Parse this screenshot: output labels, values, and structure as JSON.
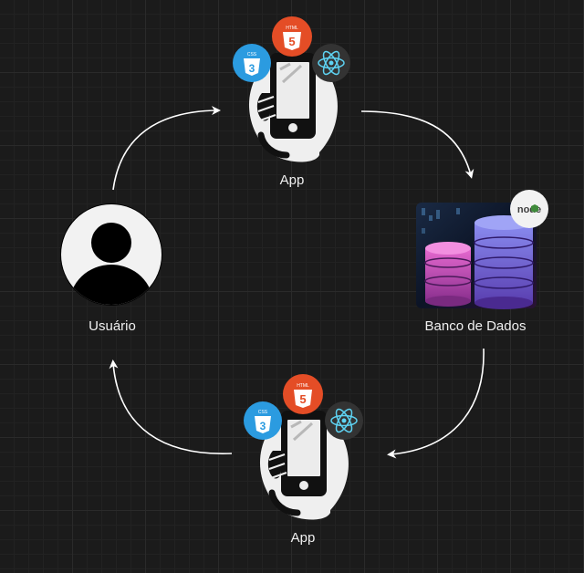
{
  "nodes": {
    "user": {
      "label": "Usuário"
    },
    "app_top": {
      "label": "App"
    },
    "database": {
      "label": "Banco de Dados"
    },
    "app_bottom": {
      "label": "App"
    }
  },
  "badges": {
    "html": "HTML",
    "css": "CSS",
    "node": "node"
  },
  "colors": {
    "html": "#e44d26",
    "css": "#2b9be0",
    "react_bg": "#333333",
    "react": "#5ed3f3",
    "arrow": "#ffffff",
    "node_badge_bg": "#f2f2f2",
    "node_green": "#3f8a3b"
  }
}
